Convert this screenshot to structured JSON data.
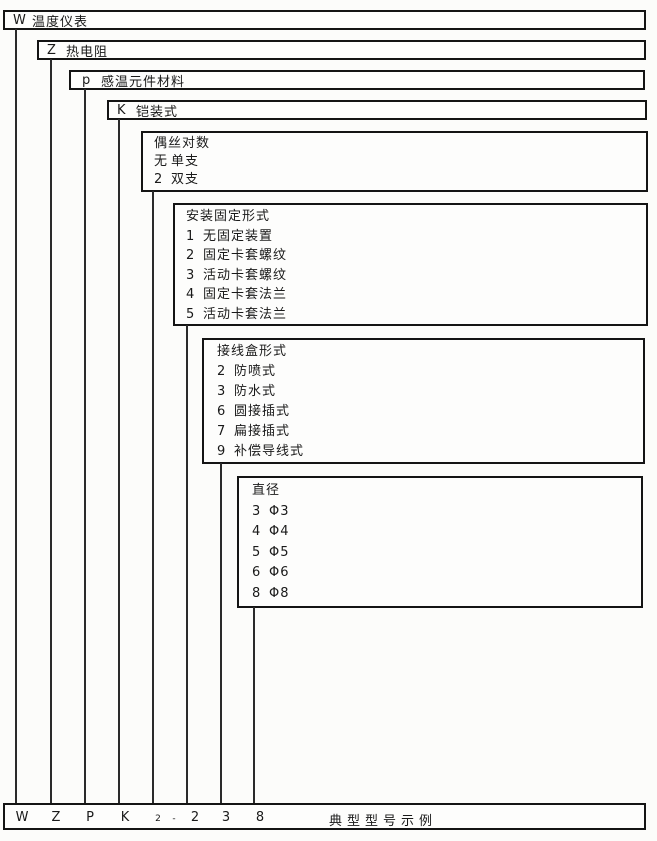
{
  "boxes": [
    {
      "code": "W",
      "label": "温度仪表"
    },
    {
      "code": "Z",
      "label": "热电阻"
    },
    {
      "code": "p",
      "label": "感温元件材料"
    },
    {
      "code": "K",
      "label": "铠装式"
    },
    {
      "title": "偶丝对数",
      "items": [
        {
          "code": "无",
          "label": "单支"
        },
        {
          "code": "2",
          "label": "双支"
        }
      ]
    },
    {
      "title": "安装固定形式",
      "items": [
        {
          "code": "1",
          "label": "无固定装置"
        },
        {
          "code": "2",
          "label": "固定卡套螺纹"
        },
        {
          "code": "3",
          "label": "活动卡套螺纹"
        },
        {
          "code": "4",
          "label": "固定卡套法兰"
        },
        {
          "code": "5",
          "label": "活动卡套法兰"
        }
      ]
    },
    {
      "title": "接线盒形式",
      "items": [
        {
          "code": "2",
          "label": "防喷式"
        },
        {
          "code": "3",
          "label": "防水式"
        },
        {
          "code": "6",
          "label": "圆接插式"
        },
        {
          "code": "7",
          "label": "扁接插式"
        },
        {
          "code": "9",
          "label": "补偿导线式"
        }
      ]
    },
    {
      "title": "直径",
      "items": [
        {
          "code": "3",
          "label": "Φ3"
        },
        {
          "code": "4",
          "label": "Φ4"
        },
        {
          "code": "5",
          "label": "Φ5"
        },
        {
          "code": "6",
          "label": "Φ6"
        },
        {
          "code": "8",
          "label": "Φ8"
        }
      ]
    }
  ],
  "model_row": {
    "codes": [
      "W",
      "Z",
      "P",
      "K",
      "2",
      "-",
      "2",
      "3",
      "8"
    ],
    "caption": "典型型号示例"
  },
  "colors": {
    "border": "#141414",
    "text": "#1a1a1a",
    "background": "#fcfcfa"
  }
}
